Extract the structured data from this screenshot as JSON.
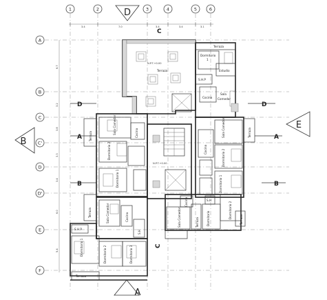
{
  "axes_top": [
    "1",
    "2",
    "3",
    "4",
    "5",
    "6"
  ],
  "axes_left": [
    "A",
    "B",
    "C",
    "C'",
    "D",
    "D'",
    "E",
    "F"
  ],
  "dims_top": [
    "3.4",
    "7.0",
    "3.4",
    "3.4",
    "3.1"
  ],
  "dims_left": [
    "6.7",
    "3.2",
    "3.8",
    "3.3",
    "3.4",
    "6.0",
    "5.4"
  ],
  "section_markers": {
    "A": "A",
    "B": "B",
    "C": "C",
    "D": "D",
    "E": "E"
  },
  "section_lines": {
    "A_left": "A",
    "A_right": "A",
    "B_left": "B",
    "B_right": "B",
    "D_left": "D",
    "D_right": "D",
    "C_top": "C",
    "C_bottom": "C"
  },
  "rooms": {
    "terraza_top": "Terraza",
    "dormitorio_top": "Dormitorio",
    "dormitorio_top_num": "1",
    "estudio": "Estudio",
    "terraza_main": "Terraza",
    "shp_top": "S.H.P",
    "sala_comedor_top": "Sala",
    "sala_comedor_top_2": "Comedor",
    "cocina_top": "Cocina",
    "terraza_left_mid": "Terraza",
    "sala_comedor_left": "Sala Comedor",
    "dormitorio_left_2": "Dormitorio 2",
    "dormitorio_left_1": "Dormitorio 1",
    "cocina_left": "Cocina",
    "sala_comedor_right": "Sala Comedor",
    "terraza_right": "Terraza",
    "cocina_right": "Cocina",
    "dormitorio_right_2": "Dormitorio 2",
    "dormitorio_right_1": "Dormitorio 1",
    "terraza_right_low": "Terraza",
    "sh_right": "S.H",
    "sala_comedor_bottom_right": "Sala Comedor",
    "terraza_bottom_mid": "Terraza",
    "cocina_bottom_right": "Cocina",
    "dormitorio_br_1": "Dormitorio",
    "dormitorio_br_2": "Dormitorio 2",
    "terraza_left_low": "Terraza",
    "sala_comedor_low": "Sala Comedor",
    "cocina_low": "Cocina",
    "shp_low": "S.H.P",
    "dormitorio_low_1": "Dormitorio 1",
    "dormitorio_low_2": "Dormitorio 2",
    "dormitorio_low_3": "Dormitorio 3",
    "terraza_bottom": "Terraza",
    "sh_low": "S.H"
  },
  "level_note": "N.P.T.+0.00"
}
